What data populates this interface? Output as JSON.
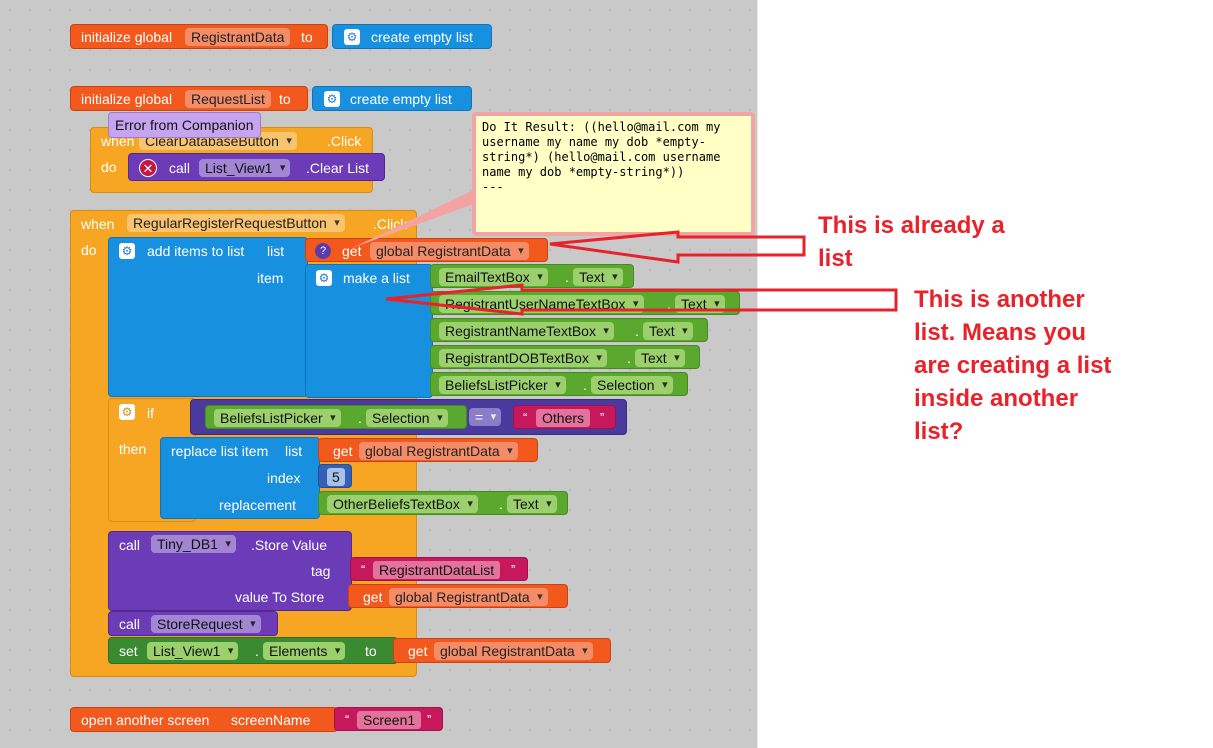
{
  "init1": {
    "label": "initialize global",
    "var": "RegistrantData",
    "to": "to",
    "value": "create empty list"
  },
  "init2": {
    "label": "initialize global",
    "var": "RequestList",
    "to": "to",
    "value": "create empty list"
  },
  "clear_event": {
    "tooltip": "Error from Companion",
    "when": "when",
    "component": "ClearDatabaseButton",
    "event": ".Click",
    "do": "do",
    "call": "call",
    "target": "List_View1",
    "method": ".Clear List"
  },
  "bubble_text": "Do It Result: ((hello@mail.com my username my name my dob *empty-string*) (hello@mail.com username name my dob *empty-string*))\n---",
  "main": {
    "when": "when",
    "component": "RegularRegisterRequestButton",
    "event": ".Click",
    "do": "do",
    "add_items": {
      "label": "add items to list",
      "list_label": "list",
      "item_label": "item",
      "get": "get",
      "var": "global RegistrantData"
    },
    "make_list": {
      "label": "make a list",
      "items": [
        {
          "component": "EmailTextBox",
          "prop": "Text"
        },
        {
          "component": "RegistrantUserNameTextBox",
          "prop": "Text"
        },
        {
          "component": "RegistrantNameTextBox",
          "prop": "Text"
        },
        {
          "component": "RegistrantDOBTextBox",
          "prop": "Text"
        },
        {
          "component": "BeliefsListPicker",
          "prop": "Selection"
        }
      ]
    },
    "if_block": {
      "if": "if",
      "then": "then",
      "component": "BeliefsListPicker",
      "prop": "Selection",
      "op": "=",
      "value": "Others"
    },
    "replace": {
      "label": "replace list item",
      "list": "list",
      "get": "get",
      "var": "global RegistrantData",
      "index_label": "index",
      "index": "5",
      "replacement_label": "replacement",
      "component": "OtherBeliefsTextBox",
      "prop": "Text"
    },
    "store": {
      "call": "call",
      "component": "Tiny_DB1",
      "method": ".Store Value",
      "tag_label": "tag",
      "tag": "RegistrantDataList",
      "value_label": "value To Store",
      "get": "get",
      "var": "global RegistrantData"
    },
    "call2": {
      "call": "call",
      "proc": "StoreRequest"
    },
    "set": {
      "set": "set",
      "component": "List_View1",
      "prop": "Elements",
      "to": "to",
      "get": "get",
      "var": "global RegistrantData"
    }
  },
  "open_screen": {
    "label": "open another screen",
    "param": "screenName",
    "value": "Screen1"
  },
  "annotations": {
    "first": [
      "This is already a",
      "list"
    ],
    "second": [
      "This is another",
      "list. Means you",
      "are creating a list",
      "inside another",
      "list?"
    ]
  },
  "colors": {
    "annotation": "#e8222a",
    "variables": "#f3591d",
    "lists": "#1890e0",
    "components": "#5ba82e",
    "control": "#f6a623"
  }
}
